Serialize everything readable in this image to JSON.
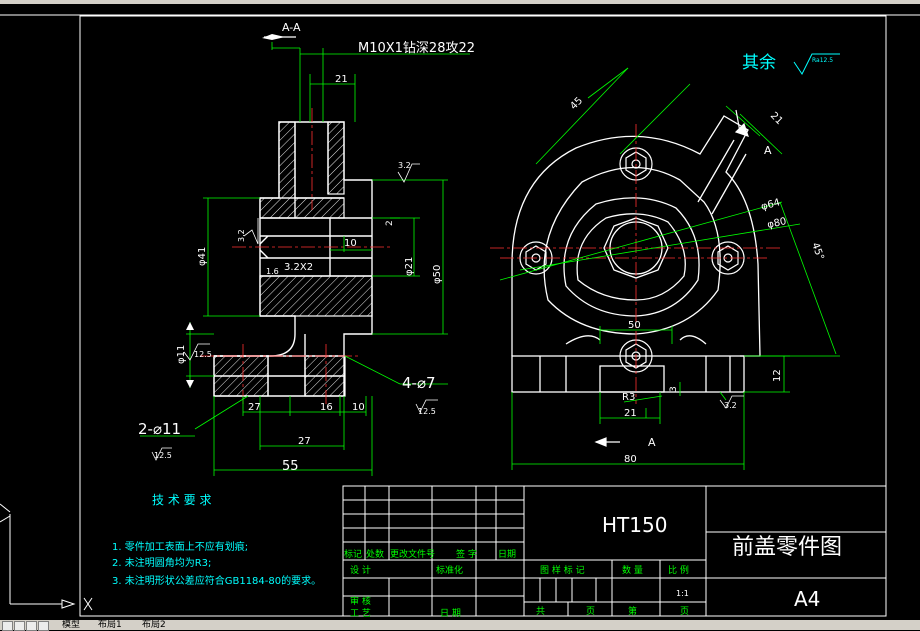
{
  "section_label": "A-A",
  "thread_callout": "M10X1钻深28攻22",
  "roughness_note": "其余",
  "roughness_symbol_value": "Ra12.5",
  "dimensions": {
    "top_width": "21",
    "height_41": "φ41",
    "bore_21": "φ21",
    "bore_50": "φ50",
    "hole_11": "φ11",
    "depth_10": "10",
    "small_2": "2",
    "chamfer": "3.2X2",
    "r16": "1.6",
    "r32_left": "3.2",
    "r32_top": "3.2",
    "r125": "12.5",
    "bottom_27a": "27",
    "bottom_16": "16",
    "bottom_10": "10",
    "bottom_27b": "27",
    "overall_55": "55",
    "holes_11": "2-⌀11",
    "holes_7": "4-⌀7",
    "r125_b": "12.5",
    "r125_c": "12.5",
    "front_45": "45",
    "front_21": "21",
    "front_64": "φ64",
    "front_80d": "φ80",
    "front_angle": "45°",
    "front_50": "50",
    "front_12": "12",
    "front_3": "3",
    "front_r3": "R3",
    "front_21b": "21",
    "front_80": "80",
    "front_32": "3.2",
    "view_a_top": "A",
    "view_a_bottom": "A"
  },
  "tech_title": "技 术 要 求",
  "tech_notes": [
    "1. 零件加工表面上不应有划痕;",
    "2. 未注明圆角均为R3;",
    "3. 未注明形状公差应符合GB1184-80的要求。"
  ],
  "title_block": {
    "material": "HT150",
    "part_name": "前盖零件图",
    "sheet_size": "A4",
    "revision_headers": [
      "标记",
      "处数",
      "更改文件号",
      "签 字",
      "日期"
    ],
    "design": "设 计",
    "standardize": "标准化",
    "review": "审 核",
    "process": "工 艺",
    "date": "日 期",
    "stage_mark": "图 样 标 记",
    "quantity": "数 量",
    "scale": "比 例",
    "scale_value": "1:1",
    "total": "共",
    "page1": "页",
    "nth": "第",
    "page2": "页"
  },
  "layout_tabs": [
    "模型",
    "布局1",
    "布局2"
  ],
  "colors": {
    "background": "#000000",
    "outline": "#ffffff",
    "dimension": "#00ff00",
    "center_line": "#ff3030",
    "text_note": "#00ffff",
    "frame": "#ffffff"
  }
}
